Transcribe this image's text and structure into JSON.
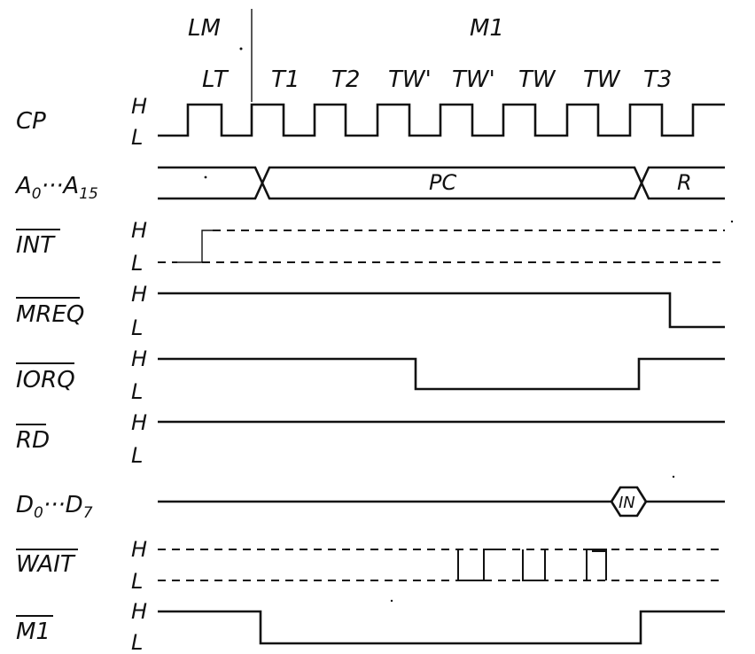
{
  "header": {
    "lm": "LM",
    "m1": "M1",
    "states": [
      "LT",
      "T1",
      "T2",
      "TW'",
      "TW'",
      "TW",
      "TW",
      "T3"
    ]
  },
  "levels": {
    "high": "H",
    "low": "L"
  },
  "signals": {
    "cp": "CP",
    "address_base": "A",
    "address_sub_start": "0",
    "address_sep": "···",
    "address_sub_end": "15",
    "address_label_pc": "PC",
    "address_label_r": "R",
    "int": "INT",
    "mreq": "MREQ",
    "iorq": "IORQ",
    "rd": "RD",
    "data_base": "D",
    "data_sub_start": "0",
    "data_sep": "···",
    "data_sub_end": "7",
    "data_label_in": "IN",
    "wait": "WAIT",
    "m1": "M1"
  }
}
